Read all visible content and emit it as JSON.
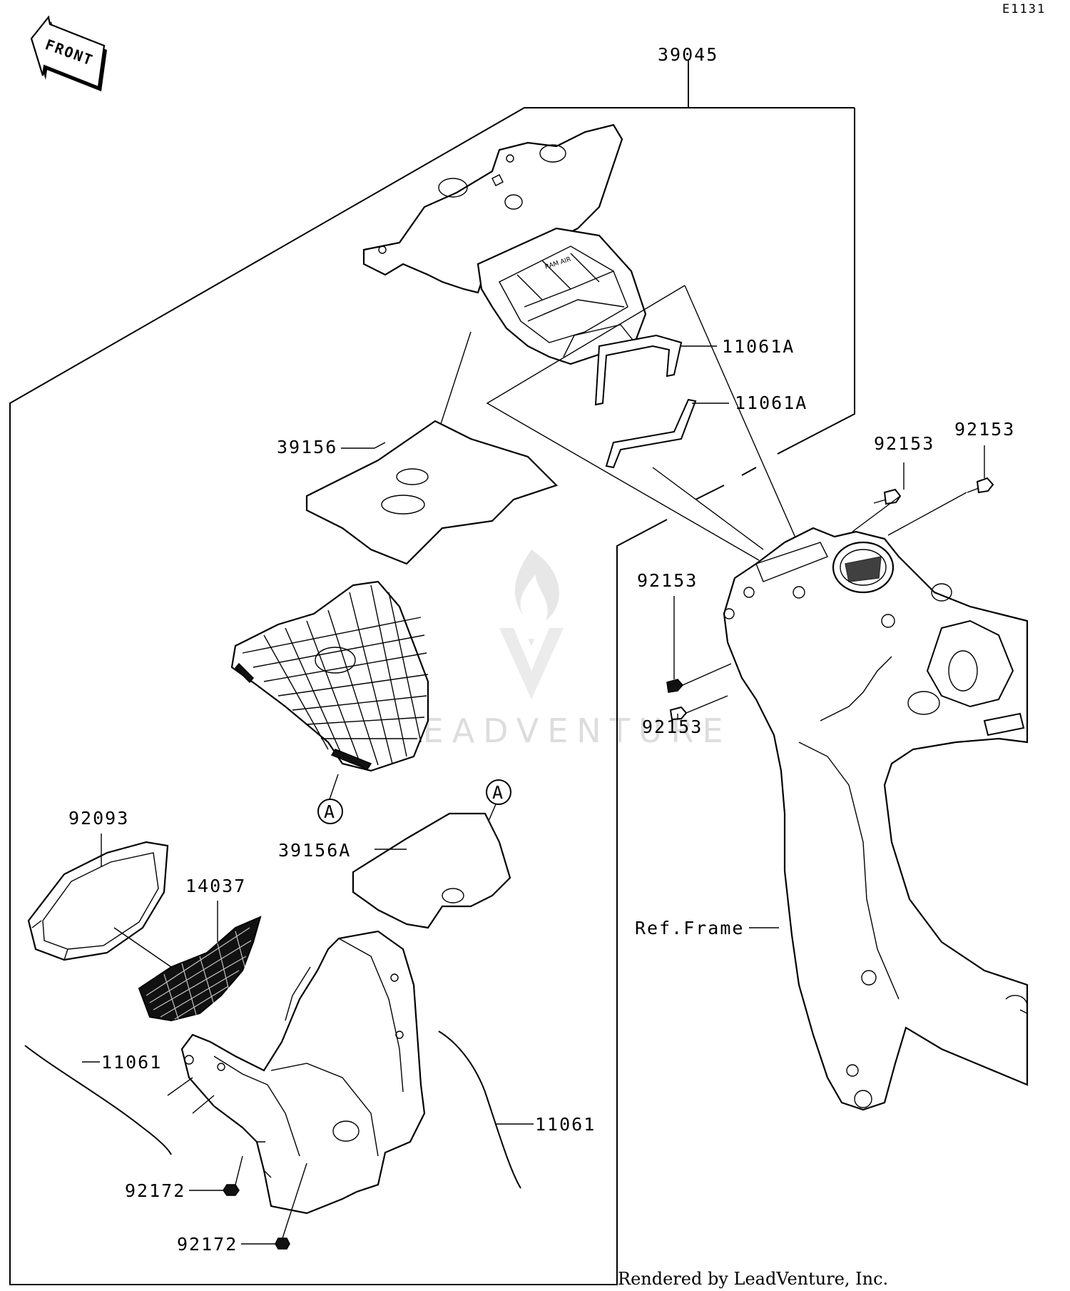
{
  "diagram_code": "E1131",
  "front_badge": "FRONT",
  "watermark": {
    "brand": "LEADVENTURE"
  },
  "footer_text": "Rendered by LeadVenture, Inc.",
  "callouts": {
    "assembly_39045": "39045",
    "seal_11061A_upper": "11061A",
    "seal_11061A_lower": "11061A",
    "pad_39156": "39156",
    "screw_92153_a": "92153",
    "screw_92153_b": "92153",
    "screw_92153_c": "92153",
    "screw_92153_d": "92153",
    "cover_92093": "92093",
    "screen_14037": "14037",
    "pad_39156A": "39156A",
    "seal_11061_left": "11061",
    "seal_11061_right": "11061",
    "bolt_92172_upper": "92172",
    "bolt_92172_lower": "92172",
    "ref_frame": "Ref.Frame",
    "marker_a_left": "A",
    "marker_a_right": "A"
  }
}
